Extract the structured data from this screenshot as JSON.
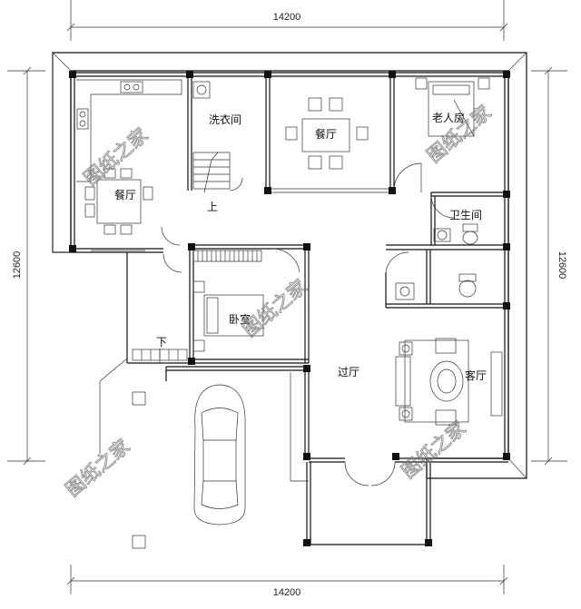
{
  "dimensions": {
    "top": "14200",
    "bottom": "14200",
    "left": "12600",
    "right": "12600"
  },
  "rooms": {
    "dining_left": "餐厅",
    "laundry": "洗衣间",
    "dining_center": "餐厅",
    "elder_room": "老人房",
    "bathroom": "卫生间",
    "bedroom": "卧室",
    "hall": "过厅",
    "living_room": "客厅"
  },
  "stairs": {
    "up": "上",
    "down": "下"
  },
  "watermark": "图纸之家",
  "colors": {
    "line": "#111111",
    "watermark": "#777777"
  }
}
